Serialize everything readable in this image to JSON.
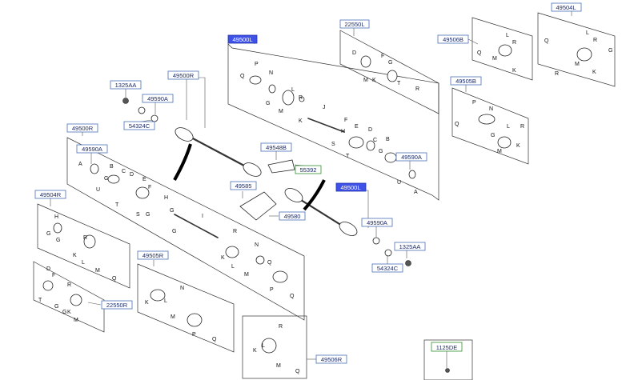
{
  "labels": {
    "r49500L_top": "49500L",
    "r22550L": "22550L",
    "r49504L": "49504L",
    "r49506B": "49506B",
    "r49505B": "49505B",
    "r1325AA_left": "1325AA",
    "r49500R_upper": "49500R",
    "r49590A_upper": "49590A",
    "r54324C_left": "54324C",
    "r49500R_lower": "49500R",
    "r49590A_lower_left": "49590A",
    "r49548B": "49548B",
    "r55392": "55392",
    "r49590A_right": "49590A",
    "r49585": "49585",
    "r49580": "49580",
    "r49500L_mid": "49500L",
    "r49590A_mid": "49590A",
    "r1325AA_right": "1325AA",
    "r54324C_right": "54324C",
    "r49504R": "49504R",
    "r49505R": "49505R",
    "r22550R": "22550R",
    "r49506R": "49506R",
    "r1125DE": "1125DE"
  },
  "colors": {
    "box_border": "#4a6fb5",
    "box_text": "#1b2a66",
    "selected_fill": "#3f52e8",
    "green_border": "#2f8f2f"
  },
  "letters": {
    "A": "A",
    "B": "B",
    "C": "C",
    "D": "D",
    "E": "E",
    "F": "F",
    "G": "G",
    "H": "H",
    "I": "I",
    "J": "J",
    "K": "K",
    "L": "L",
    "M": "M",
    "N": "N",
    "P": "P",
    "Q": "Q",
    "R": "R",
    "S": "S",
    "T": "T",
    "U": "U"
  }
}
